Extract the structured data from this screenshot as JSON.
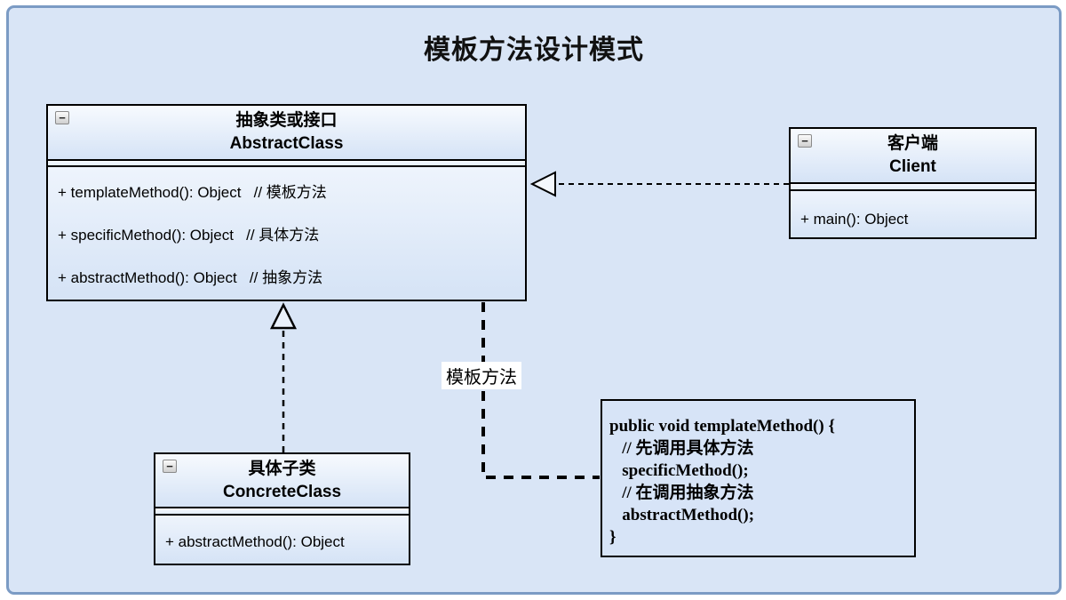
{
  "title": "模板方法设计模式",
  "icons": {
    "collapse": "−"
  },
  "classes": {
    "abstract": {
      "name_cn": "抽象类或接口",
      "name_en": "AbstractClass",
      "methods": [
        "+ templateMethod(): Object   // 模板方法",
        "+ specificMethod(): Object   // 具体方法",
        "+ abstractMethod(): Object   // 抽象方法"
      ]
    },
    "client": {
      "name_cn": "客户端",
      "name_en": "Client",
      "methods": [
        "+ main(): Object"
      ]
    },
    "concrete": {
      "name_cn": "具体子类",
      "name_en": "ConcreteClass",
      "methods": [
        "+ abstractMethod(): Object"
      ]
    }
  },
  "edges": {
    "template_method_label": "模板方法",
    "realization": "ConcreteClass ..|> AbstractClass",
    "dependency": "Client ..> AbstractClass",
    "note_link": "AbstractClass .. code-note"
  },
  "code_note": {
    "lines": [
      "public void templateMethod() {",
      "   // 先调用具体方法",
      "   specificMethod();",
      "   // 在调用抽象方法",
      "   abstractMethod();",
      "}"
    ]
  },
  "colors": {
    "page_background": "#d9e5f6",
    "page_border": "#7b9bc4",
    "box_border": "#000000",
    "box_fill_top": "#f7fafe",
    "box_fill_bottom": "#d5e3f6",
    "note_fill": "#d7e4f7",
    "label_background": "#ffffff",
    "line_color": "#000000"
  }
}
